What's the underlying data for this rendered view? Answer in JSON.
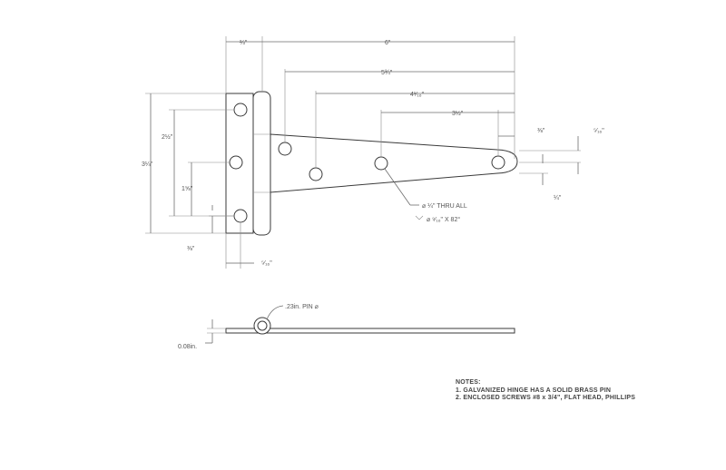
{
  "dimensions": {
    "overall_length": "6\"",
    "pin_to_first_hole": "5¾\"",
    "to_second_hole": "4¹⁄₁₆\"",
    "to_third_hole": "3½\"",
    "leaf_width": "⅔\"",
    "tip_offset": "⅜\"",
    "tip_width": "⁵⁄₁₆\"",
    "strap_tip_thickness": "¼\"",
    "plate_height": "3¼\"",
    "hole_span": "2½\"",
    "mid_hole_height": "1⅝\"",
    "bottom_hole_height": "⅜\"",
    "hole_edge_offset": "⁵⁄₁₆\"",
    "thickness": "0.08in.",
    "pin_diameter": ".23in. PIN ⌀"
  },
  "callouts": {
    "hole": "⌀ ¼\" THRU ALL",
    "countersink": "⌀ ⁹⁄₁₆\" X 82°"
  },
  "notes": {
    "heading": "NOTES:",
    "line1": "1.  GALVANIZED HINGE HAS A SOLID BRASS PIN",
    "line2": "2.  ENCLOSED SCREWS #8 x 3/4\", FLAT HEAD, PHILLIPS"
  }
}
